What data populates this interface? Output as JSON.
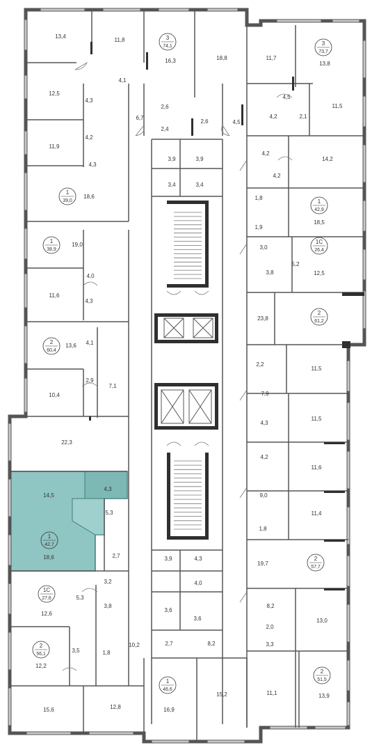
{
  "colors": {
    "wall": "#555555",
    "wall_dark": "#2f2f2f",
    "highlight_fill": "#8fc5c2",
    "highlight_stroke": "#3f7f7c",
    "text": "#333333",
    "window": "#c8c8c8"
  },
  "rooms": [
    {
      "id": "r01",
      "area": "13,4"
    },
    {
      "id": "r02",
      "area": "11,8"
    },
    {
      "id": "r03",
      "area": "16,3"
    },
    {
      "id": "r04",
      "area": "18,8"
    },
    {
      "id": "r05",
      "area": "11,7"
    },
    {
      "id": "r06",
      "area": "13,8"
    },
    {
      "id": "r07",
      "area": "12,5"
    },
    {
      "id": "r08",
      "area": "4,1"
    },
    {
      "id": "r09",
      "area": "4,3"
    },
    {
      "id": "r10",
      "area": "4,2"
    },
    {
      "id": "r11",
      "area": "6,7"
    },
    {
      "id": "r12",
      "area": "2,6"
    },
    {
      "id": "r13",
      "area": "2,4"
    },
    {
      "id": "r14",
      "area": "2,6"
    },
    {
      "id": "r15",
      "area": "4,5"
    },
    {
      "id": "r16",
      "area": "4,5"
    },
    {
      "id": "r17",
      "area": "4,2"
    },
    {
      "id": "r18",
      "area": "2,1"
    },
    {
      "id": "r19",
      "area": "11,5"
    },
    {
      "id": "r20",
      "area": "11,9"
    },
    {
      "id": "r21",
      "area": "4,3"
    },
    {
      "id": "r22",
      "area": "3,9"
    },
    {
      "id": "r23",
      "area": "3,9"
    },
    {
      "id": "r24",
      "area": "4,2"
    },
    {
      "id": "r25",
      "area": "14,2"
    },
    {
      "id": "r26",
      "area": "18,6"
    },
    {
      "id": "r27",
      "area": "3,4"
    },
    {
      "id": "r28",
      "area": "3,4"
    },
    {
      "id": "r29",
      "area": "4,2"
    },
    {
      "id": "r30",
      "area": "1,8"
    },
    {
      "id": "r31",
      "area": "18,5"
    },
    {
      "id": "r32",
      "area": "1,9"
    },
    {
      "id": "r33",
      "area": "19,0"
    },
    {
      "id": "r34",
      "area": "3,0"
    },
    {
      "id": "r35",
      "area": "5,2"
    },
    {
      "id": "r36",
      "area": "3,8"
    },
    {
      "id": "r37",
      "area": "12,5"
    },
    {
      "id": "r38",
      "area": "4,0"
    },
    {
      "id": "r39",
      "area": "11,6"
    },
    {
      "id": "r40",
      "area": "4,3"
    },
    {
      "id": "r41",
      "area": "23,8"
    },
    {
      "id": "r42",
      "area": "13,6"
    },
    {
      "id": "r43",
      "area": "4,1"
    },
    {
      "id": "r44",
      "area": "2,2"
    },
    {
      "id": "r45",
      "area": "11,5"
    },
    {
      "id": "r46",
      "area": "2,9"
    },
    {
      "id": "r47",
      "area": "10,4"
    },
    {
      "id": "r48",
      "area": "7,1"
    },
    {
      "id": "r49",
      "area": "7,9"
    },
    {
      "id": "r50",
      "area": "11,5"
    },
    {
      "id": "r51",
      "area": "22,3"
    },
    {
      "id": "r52",
      "area": "4,3"
    },
    {
      "id": "r53",
      "area": "4,2"
    },
    {
      "id": "r54",
      "area": "11,6"
    },
    {
      "id": "r55",
      "area": "14,5"
    },
    {
      "id": "r56",
      "area": "4,3"
    },
    {
      "id": "r57",
      "area": "5,3"
    },
    {
      "id": "r58",
      "area": "9,0"
    },
    {
      "id": "r59",
      "area": "11,4"
    },
    {
      "id": "r60",
      "area": "1,8"
    },
    {
      "id": "r61",
      "area": "18,6"
    },
    {
      "id": "r62",
      "area": "2,7"
    },
    {
      "id": "r63",
      "area": "3,9"
    },
    {
      "id": "r64",
      "area": "4,3"
    },
    {
      "id": "r65",
      "area": "19,7"
    },
    {
      "id": "r66",
      "area": "4,0"
    },
    {
      "id": "r67",
      "area": "3,2"
    },
    {
      "id": "r68",
      "area": "5,3"
    },
    {
      "id": "r69",
      "area": "3,8"
    },
    {
      "id": "r70",
      "area": "3,6"
    },
    {
      "id": "r71",
      "area": "3,6"
    },
    {
      "id": "r72",
      "area": "8,2"
    },
    {
      "id": "r73",
      "area": "13,0"
    },
    {
      "id": "r74",
      "area": "12,6"
    },
    {
      "id": "r75",
      "area": "2,0"
    },
    {
      "id": "r76",
      "area": "3,3"
    },
    {
      "id": "r77",
      "area": "3,5"
    },
    {
      "id": "r78",
      "area": "1,8"
    },
    {
      "id": "r79",
      "area": "10,2"
    },
    {
      "id": "r80",
      "area": "2,7"
    },
    {
      "id": "r81",
      "area": "8,2"
    },
    {
      "id": "r82",
      "area": "12,2"
    },
    {
      "id": "r83",
      "area": "11,1"
    },
    {
      "id": "r84",
      "area": "13,9"
    },
    {
      "id": "r85",
      "area": "15,6"
    },
    {
      "id": "r86",
      "area": "12,8"
    },
    {
      "id": "r87",
      "area": "16,9"
    },
    {
      "id": "r88",
      "area": "15,2"
    }
  ],
  "apartments": [
    {
      "id": "a01",
      "rooms": "3",
      "total": "74,1",
      "highlighted": false
    },
    {
      "id": "a02",
      "rooms": "3",
      "total": "73,7",
      "highlighted": false
    },
    {
      "id": "a03",
      "rooms": "1",
      "total": "39,0",
      "highlighted": false
    },
    {
      "id": "a04",
      "rooms": "1",
      "total": "42,9",
      "highlighted": false
    },
    {
      "id": "a05",
      "rooms": "1",
      "total": "38,9",
      "highlighted": false
    },
    {
      "id": "a06",
      "rooms": "1С",
      "total": "26,4",
      "highlighted": false
    },
    {
      "id": "a07",
      "rooms": "2",
      "total": "61,2",
      "highlighted": false
    },
    {
      "id": "a08",
      "rooms": "2",
      "total": "60,4",
      "highlighted": false
    },
    {
      "id": "a09",
      "rooms": "1",
      "total": "42,7",
      "highlighted": true
    },
    {
      "id": "a10",
      "rooms": "2",
      "total": "57,7",
      "highlighted": false
    },
    {
      "id": "a11",
      "rooms": "1С",
      "total": "27,6",
      "highlighted": false
    },
    {
      "id": "a12",
      "rooms": "2",
      "total": "56,1",
      "highlighted": false
    },
    {
      "id": "a13",
      "rooms": "2",
      "total": "51,5",
      "highlighted": false
    },
    {
      "id": "a14",
      "rooms": "1",
      "total": "46,6",
      "highlighted": false
    }
  ]
}
